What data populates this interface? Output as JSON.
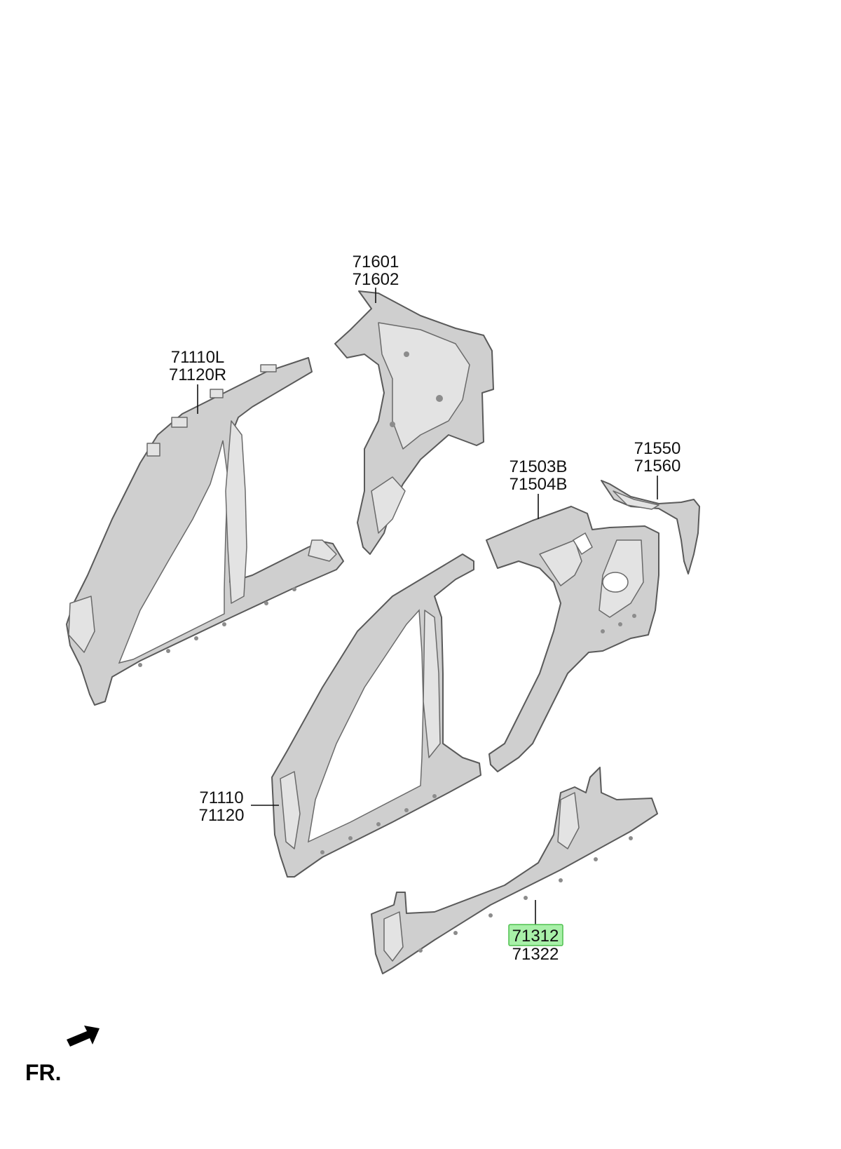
{
  "parts": [
    {
      "id": "quarter-inner",
      "codes": [
        "71601",
        "71602"
      ]
    },
    {
      "id": "side-inner",
      "codes": [
        "71110L",
        "71120R"
      ]
    },
    {
      "id": "wheelhouse-extension",
      "codes": [
        "71550",
        "71560"
      ]
    },
    {
      "id": "quarter-outer",
      "codes": [
        "71503B",
        "71504B"
      ]
    },
    {
      "id": "side-outer",
      "codes": [
        "71110",
        "71120"
      ]
    },
    {
      "id": "sill",
      "codes": [
        "71312",
        "71322"
      ],
      "highlighted_code": "71312"
    }
  ],
  "orientation": {
    "label": "FR."
  },
  "colors": {
    "highlight": "#a8f0a8",
    "panel": "#cfcfcf"
  }
}
